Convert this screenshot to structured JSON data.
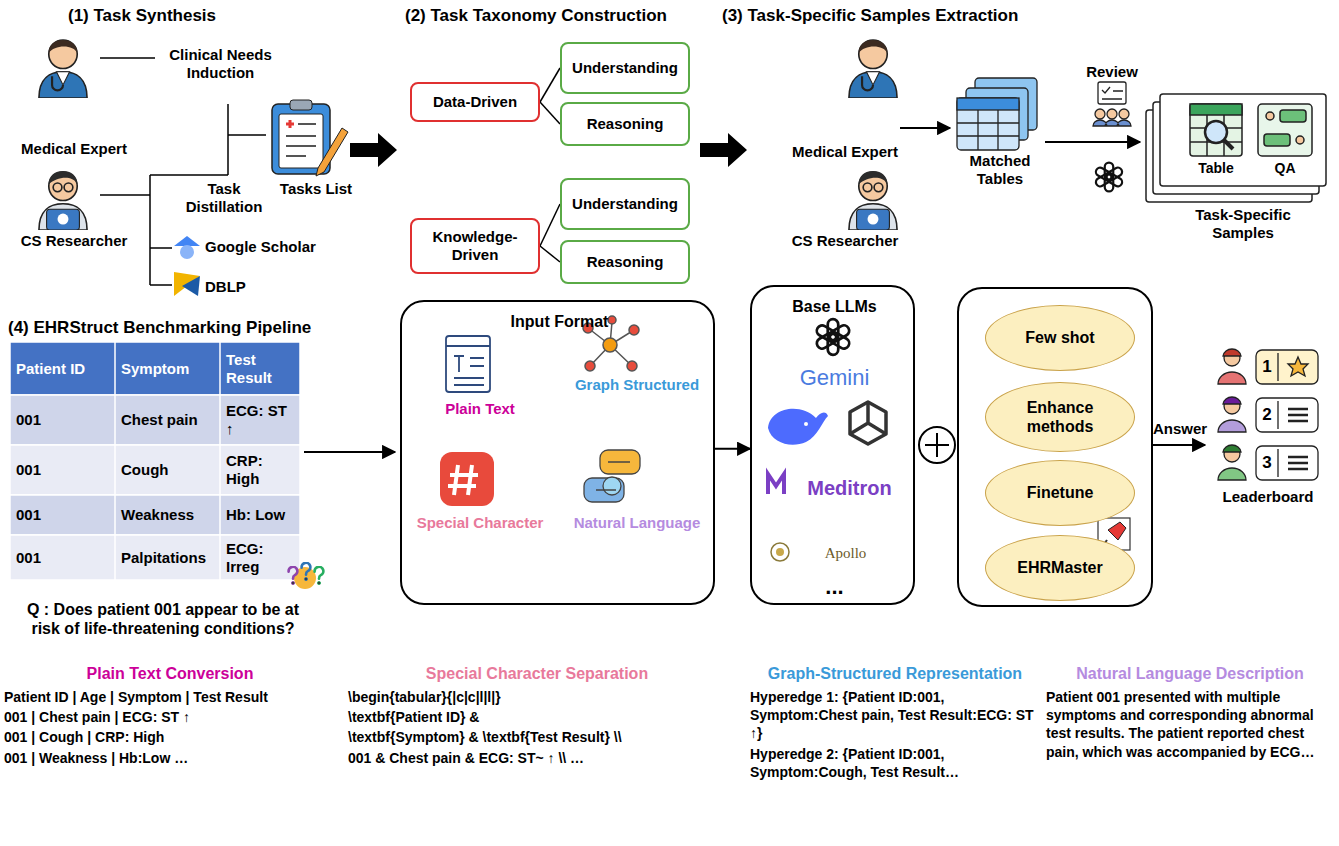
{
  "diagram": {
    "nodes": [
      {
        "text": [
          "Data-Driven"
        ]
      },
      {
        "text": [
          "Understanding"
        ]
      },
      {
        "text": [
          "Reasoning"
        ]
      },
      {
        "text": [
          "Knowledge-Driven"
        ]
      },
      {
        "text": [
          "Understanding"
        ]
      },
      {
        "text": [
          "Reasoning"
        ]
      },
      {
        "text": [
          "Input Format",
          "Plain Text",
          "Graph Structured",
          "Special Character",
          "Natural Language"
        ]
      },
      {
        "text": [
          "Base LLMs",
          "Gemini",
          "Meditron",
          "Apollo",
          "..."
        ]
      },
      {
        "text": [
          "Few shot"
        ]
      },
      {
        "text": [
          "Enhance methods"
        ]
      },
      {
        "text": [
          "Finetune"
        ]
      },
      {
        "text": [
          "EHRMaster"
        ]
      }
    ],
    "edges": [
      {
        "from": 0,
        "to": 1,
        "arrow": "none"
      },
      {
        "from": 0,
        "to": 2,
        "arrow": "none"
      },
      {
        "from": 3,
        "to": 4,
        "arrow": "none"
      },
      {
        "from": 3,
        "to": 5,
        "arrow": "none"
      },
      {
        "from": 6,
        "to": 7,
        "arrow": "to"
      }
    ],
    "labels": [
      "(1) Task Synthesis",
      "Medical Expert",
      "CS Researcher",
      "Clinical Needs Induction",
      "Task Distillation",
      "Tasks List",
      "Google Scholar",
      "DBLP",
      "(2) Task Taxonomy Construction",
      "(3) Task-Specific Samples Extraction",
      "Medical Expert",
      "CS Researcher",
      "Matched Tables",
      "Review",
      "Table",
      "QA",
      "Task-Specific Samples",
      "(4) EHRStruct Benchmarking Pipeline",
      "Patient ID",
      "Symptom",
      "Test Result",
      "001",
      "Chest pain",
      "ECG: ST ↑",
      "001",
      "Cough",
      "CRP: High",
      "001",
      "Weakness",
      "Hb: Low",
      "001",
      "Palpitations",
      "ECG: Irreg",
      "Q : Does patient 001 appear to be at risk of life-threatening conditions?",
      "Answer",
      "1",
      "2",
      "3",
      "Leaderboard",
      "Plain Text Conversion",
      "Patient ID | Age | Symptom | Test Result",
      "001 | Chest pain | ECG: ST ↑",
      "001 | Cough | CRP: High",
      "001 | Weakness | Hb:Low …",
      "Special Character Separation",
      "\\begin{tabular}{|c|c|l|l|}",
      "\\textbf{Patient ID} &",
      "\\textbf{Symptom} & \\textbf{Test Result} \\\\",
      "001 & Chest pain & ECG: ST~ ↑ \\\\ …",
      "Graph-Structured Representation",
      "Hyperedge 1: {Patient ID:001, Symptom:Chest pain, Test Result:ECG: ST ↑}",
      "Hyperedge 2: {Patient ID:001, Symptom:Cough, Test Result…",
      "Natural Language Description",
      "Patient 001 presented with multiple symptoms and corresponding abnormal test results. The patient reported chest pain, which was accompanied by ECG…"
    ]
  }
}
